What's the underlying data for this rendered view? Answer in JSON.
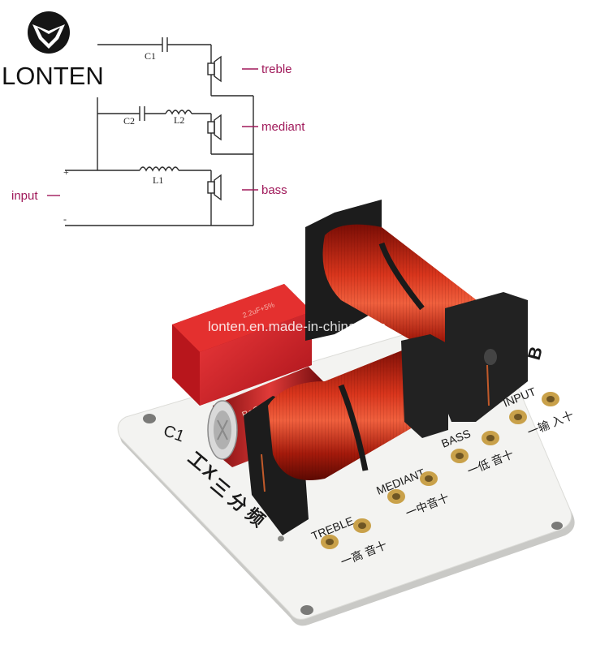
{
  "brand": {
    "name": "LONTEN",
    "logo_icon": "stylized-shield-icon"
  },
  "schematic": {
    "labels": {
      "treble": "treble",
      "mediant": "mediant",
      "bass": "bass",
      "input": "input"
    },
    "components": {
      "c1": "C1",
      "c2": "C2",
      "l1": "L1",
      "l2": "L2"
    },
    "polarity": {
      "plus": "+",
      "minus": "-"
    }
  },
  "photo": {
    "watermark": "lonten.en.made-in-china.com",
    "board_labels": {
      "c1": "C1",
      "b": "B",
      "treble": "TREBLE",
      "mediant": "MEDIANT",
      "bass": "BASS",
      "input": "INPUT",
      "treble_cn": "一高 音十",
      "mediant_cn": "一中音十",
      "bass_cn": "一低 音十",
      "input_cn": "一输 入十",
      "title_cn": "三 分 频",
      "gong": "工",
      "x": "X"
    },
    "cap_labels": {
      "red_cap": "2.2uF+5%",
      "electrolytic": "BeS"
    },
    "colors": {
      "board": "#f2f2f0",
      "coil": "#b8200f",
      "capacitor": "#d62024",
      "bobbin": "#1c1c1c",
      "terminal": "#c9a14a",
      "label_pink": "#a0195a"
    }
  }
}
